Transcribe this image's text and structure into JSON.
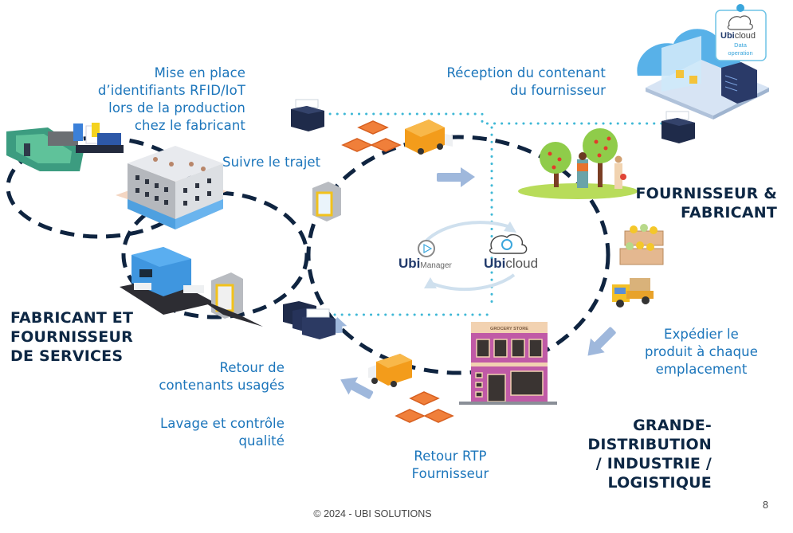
{
  "labels": {
    "rfid": [
      "Mise en place",
      "d’identifiants RFID/IoT",
      "lors de la production",
      "chez le fabricant"
    ],
    "reception": [
      "Réception du contenant",
      "du fournisseur"
    ],
    "suivre": "Suivre le trajet",
    "expedier": [
      "Expédier le",
      "produit à chaque",
      "emplacement"
    ],
    "retour_contenants": [
      "Retour de",
      "contenants usagés"
    ],
    "lavage": [
      "Lavage et contrôle",
      "qualité"
    ],
    "retour_rtp": [
      "Retour RTP",
      "Fournisseur"
    ]
  },
  "titles": {
    "fournisseur_fabricant": [
      "FOURNISSEUR &",
      "FABRICANT"
    ],
    "fabricant_services": [
      "FABRICANT ET",
      "FOURNISSEUR",
      "DE SERVICES"
    ],
    "distribution": [
      "GRANDE-",
      "DISTRIBUTION",
      "/ INDUSTRIE /",
      "LOGISTIQUE"
    ]
  },
  "logos": {
    "ubimanager_prefix": "Ubi",
    "ubimanager_suffix": "Manager",
    "ubicloud_prefix": "Ubi",
    "ubicloud_suffix": "cloud",
    "cloud_box_brand_prefix": "Ubi",
    "cloud_box_brand_suffix": "cloud",
    "cloud_box_caption": [
      "Data",
      "operation"
    ],
    "store_sign": "GROCERY STORE"
  },
  "footer": {
    "copyright": "© 2024 - UBI SOLUTIONS",
    "page_number": "8"
  },
  "colors": {
    "label_blue": "#1b75bb",
    "title_navy": "#0d2744",
    "dash_navy": "#0f2440",
    "dotted_cyan": "#3fb8d6",
    "arrow_blue": "#9fb8dc",
    "crate_orange": "#f07f3a",
    "truck_orange": "#f39c1b",
    "store_pink": "#c05aa6"
  }
}
